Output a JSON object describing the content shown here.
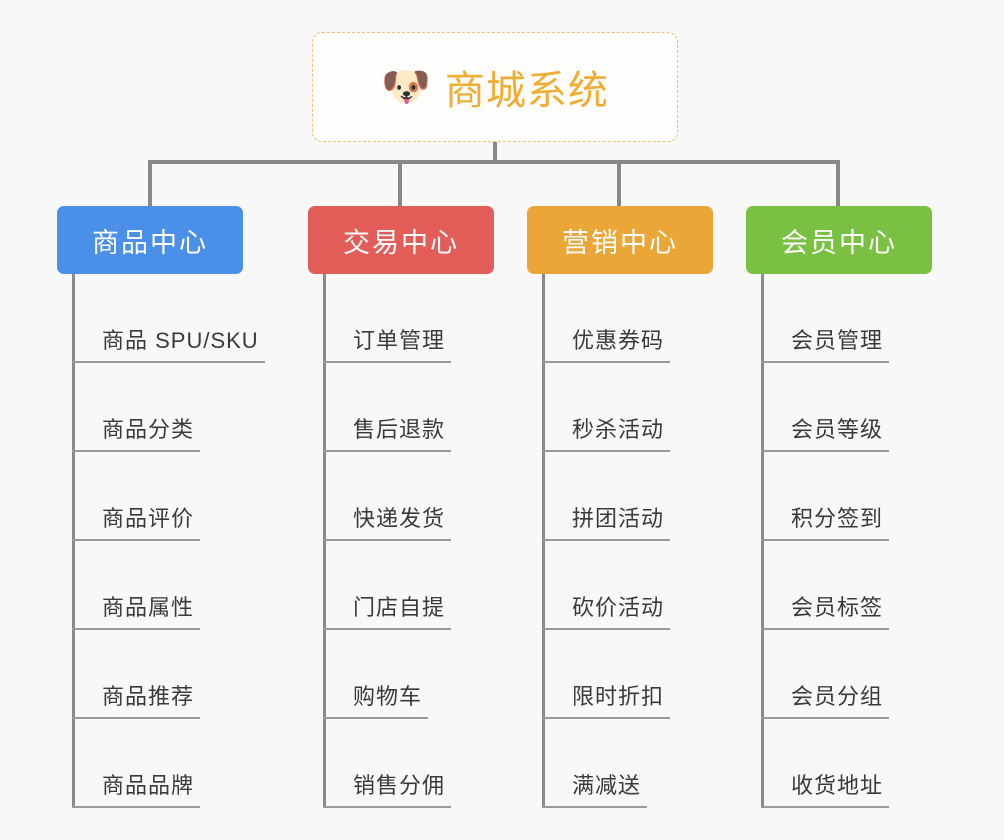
{
  "page": {
    "background_color": "#f8f8f8",
    "diagram_type": "mind-map"
  },
  "root": {
    "icon": "shiba-dog-face-emoji",
    "emoji": "🐶",
    "title": "商城系统",
    "text_color": "#f0ad33",
    "border_color": "#e8c07a",
    "background_color": "#fdfdfc"
  },
  "connector": {
    "color": "#888888"
  },
  "branches": [
    {
      "id": "product-center",
      "label": "商品中心",
      "color": "#4a90e8",
      "items": [
        "商品 SPU/SKU",
        "商品分类",
        "商品评价",
        "商品属性",
        "商品推荐",
        "商品品牌"
      ]
    },
    {
      "id": "trade-center",
      "label": "交易中心",
      "color": "#e35d58",
      "items": [
        "订单管理",
        "售后退款",
        "快递发货",
        "门店自提",
        "购物车",
        "销售分佣"
      ]
    },
    {
      "id": "marketing-center",
      "label": "营销中心",
      "color": "#eaa738",
      "items": [
        "优惠券码",
        "秒杀活动",
        "拼团活动",
        "砍价活动",
        "限时折扣",
        "满减送"
      ]
    },
    {
      "id": "member-center",
      "label": "会员中心",
      "color": "#7ac143",
      "items": [
        "会员管理",
        "会员等级",
        "积分签到",
        "会员标签",
        "会员分组",
        "收货地址"
      ]
    }
  ]
}
